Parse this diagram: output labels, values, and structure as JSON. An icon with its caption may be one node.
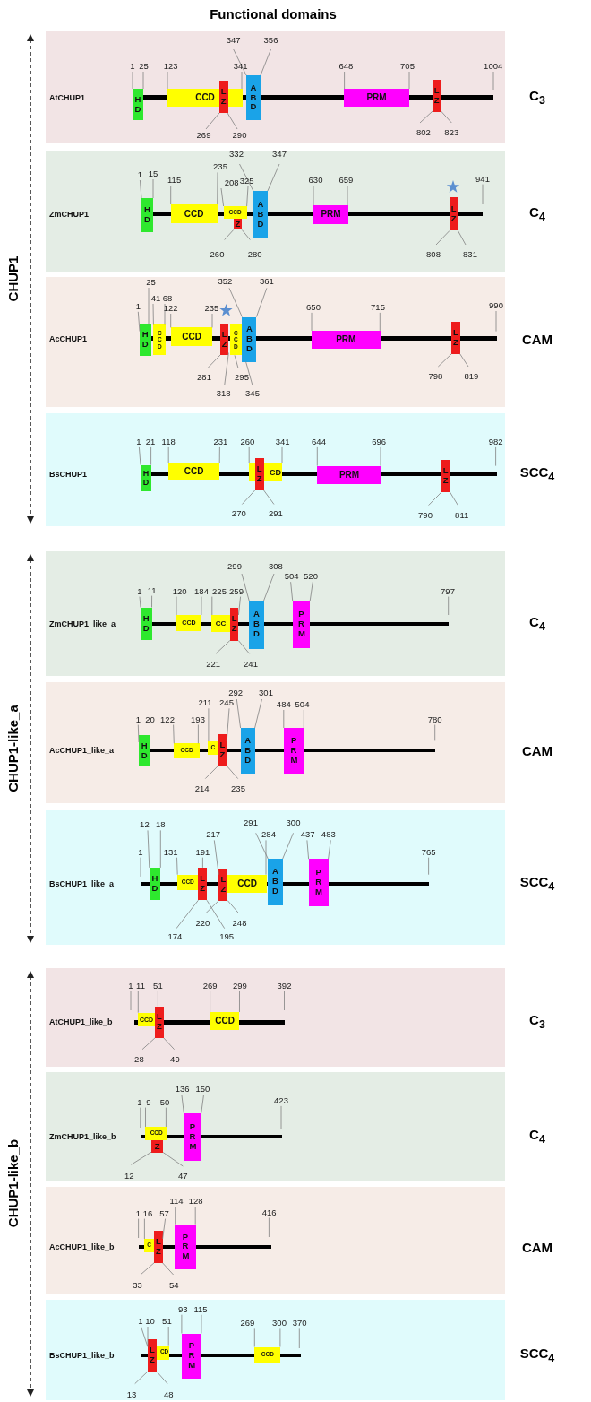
{
  "diagram": {
    "title": "Functional domains",
    "nodes": [
      {
        "text": [
          "AtCHUP1"
        ],
        "beside": [
          "C$_{3}$"
        ]
      },
      {
        "text": [
          "HD"
        ],
        "in": 0
      },
      {
        "text": [
          "CCD"
        ],
        "in": 0
      },
      {
        "text": [
          "LZ"
        ],
        "in": 0
      },
      {
        "text": [
          "ABD"
        ],
        "in": 0
      },
      {
        "text": [
          "PRM"
        ],
        "in": 0
      },
      {
        "text": [
          "LZ"
        ],
        "in": 0
      },
      {
        "text": [
          "ZmCHUP1"
        ],
        "beside": [
          "C$_{4}$"
        ]
      },
      {
        "text": [
          "HD"
        ],
        "in": 7
      },
      {
        "text": [
          "CCD"
        ],
        "in": 7
      },
      {
        "text": [
          "CCD"
        ],
        "in": 7
      },
      {
        "text": [
          "Z"
        ],
        "in": 7
      },
      {
        "text": [
          "ABD"
        ],
        "in": 7
      },
      {
        "text": [
          "PRM"
        ],
        "in": 7
      },
      {
        "text": [
          "LZ"
        ],
        "in": 7
      },
      {
        "text": [
          "AcCHUP1"
        ],
        "beside": [
          "CAM"
        ]
      },
      {
        "text": [
          "HD"
        ],
        "in": 15
      },
      {
        "text": [
          "CCD"
        ],
        "in": 15
      },
      {
        "text": [
          "CCD"
        ],
        "in": 15
      },
      {
        "text": [
          "LZ"
        ],
        "in": 15
      },
      {
        "text": [
          "CCD"
        ],
        "in": 15
      },
      {
        "text": [
          "ABD"
        ],
        "in": 15
      },
      {
        "text": [
          "PRM"
        ],
        "in": 15
      },
      {
        "text": [
          "LZ"
        ],
        "in": 15
      },
      {
        "text": [
          "BsCHUP1"
        ],
        "beside": [
          "SCC$_{4}$"
        ]
      },
      {
        "text": [
          "HD"
        ],
        "in": 24
      },
      {
        "text": [
          "CCD"
        ],
        "in": 24
      },
      {
        "text": [
          "CD"
        ],
        "in": 24
      },
      {
        "text": [
          "LZ"
        ],
        "in": 24
      },
      {
        "text": [
          "PRM"
        ],
        "in": 24
      },
      {
        "text": [
          "LZ"
        ],
        "in": 24
      },
      {
        "text": [
          "ZmCHUP1_like_a"
        ],
        "beside": [
          "C$_{4}$"
        ]
      },
      {
        "text": [
          "HD"
        ],
        "in": 31
      },
      {
        "text": [
          "CCD"
        ],
        "in": 31
      },
      {
        "text": [
          "CC"
        ],
        "in": 31
      },
      {
        "text": [
          "LZ"
        ],
        "in": 31
      },
      {
        "text": [
          "ABD"
        ],
        "in": 31
      },
      {
        "text": [
          "PRM"
        ],
        "in": 31
      },
      {
        "text": [
          "AcCHUP1_like_a"
        ],
        "beside": [
          "CAM"
        ]
      },
      {
        "text": [
          "HD"
        ],
        "in": 38
      },
      {
        "text": [
          "CCD"
        ],
        "in": 38
      },
      {
        "text": [
          "C"
        ],
        "in": 38
      },
      {
        "text": [
          "LZ"
        ],
        "in": 38
      },
      {
        "text": [
          "ABD"
        ],
        "in": 38
      },
      {
        "text": [
          "PRM"
        ],
        "in": 38
      },
      {
        "text": [
          "BsCHUP1_like_a"
        ],
        "beside": [
          "SCC$_{4}$"
        ]
      },
      {
        "text": [
          "HD"
        ],
        "in": 45
      },
      {
        "text": [
          "CCD"
        ],
        "in": 45
      },
      {
        "text": [
          "LZ"
        ],
        "in": 45
      },
      {
        "text": [
          "CCD"
        ],
        "in": 45
      },
      {
        "text": [
          "LZ"
        ],
        "in": 45
      },
      {
        "text": [
          "ABD"
        ],
        "in": 45
      },
      {
        "text": [
          "PRM"
        ],
        "in": 45
      },
      {
        "text": [
          "AtCHUP1_like_b"
        ],
        "beside": [
          "C$_{3}$"
        ]
      },
      {
        "text": [
          "CCD"
        ],
        "in": 53
      },
      {
        "text": [
          "LZ"
        ],
        "in": 53
      },
      {
        "text": [
          "CCD"
        ],
        "in": 53
      },
      {
        "text": [
          "ZmCHUP1_like_b"
        ],
        "beside": [
          "C$_{4}$"
        ]
      },
      {
        "text": [
          "CCD"
        ],
        "in": 57
      },
      {
        "text": [
          "Z"
        ],
        "in": 57
      },
      {
        "text": [
          "PRM"
        ],
        "in": 57
      },
      {
        "text": [
          "AcCHUP1_like_b"
        ],
        "beside": [
          "CAM"
        ]
      },
      {
        "text": [
          "C"
        ],
        "in": 61
      },
      {
        "text": [
          "LZ"
        ],
        "in": 61
      },
      {
        "text": [
          "PRM"
        ],
        "in": 61
      },
      {
        "text": [
          "BsCHUP1_like_b"
        ],
        "beside": [
          "SCC$_{4}$"
        ]
      },
      {
        "text": [
          "LZ"
        ],
        "in": 65
      },
      {
        "text": [
          "CD"
        ],
        "in": 65
      },
      {
        "text": [
          "PRM"
        ],
        "in": 65
      },
      {
        "text": [
          "CCD"
        ],
        "in": 65
      },
      {
        "text": [
          "1"
        ],
        "in": 0
      },
      {
        "text": [
          "25"
        ],
        "in": 0
      },
      {
        "text": [
          "123"
        ],
        "in": 0
      },
      {
        "text": [
          "341"
        ],
        "in": 0
      },
      {
        "text": [
          "269"
        ],
        "in": 0
      },
      {
        "text": [
          "290"
        ],
        "in": 0
      },
      {
        "text": [
          "347"
        ],
        "in": 0
      },
      {
        "text": [
          "356"
        ],
        "in": 0
      },
      {
        "text": [
          "648"
        ],
        "in": 0
      },
      {
        "text": [
          "705"
        ],
        "in": 0
      },
      {
        "text": [
          "802"
        ],
        "in": 0
      },
      {
        "text": [
          "823"
        ],
        "in": 0
      },
      {
        "text": [
          "1004"
        ],
        "in": 0
      },
      {
        "text": [
          "1"
        ],
        "in": 7
      },
      {
        "text": [
          "15"
        ],
        "in": 7
      },
      {
        "text": [
          "115"
        ],
        "in": 7
      },
      {
        "text": [
          "235"
        ],
        "in": 7
      },
      {
        "text": [
          "208"
        ],
        "in": 7
      },
      {
        "text": [
          "325"
        ],
        "in": 7
      },
      {
        "text": [
          "260"
        ],
        "in": 7
      },
      {
        "text": [
          "280"
        ],
        "in": 7
      },
      {
        "text": [
          "332"
        ],
        "in": 7
      },
      {
        "text": [
          "347"
        ],
        "in": 7
      },
      {
        "text": [
          "630"
        ],
        "in": 7
      },
      {
        "text": [
          "659"
        ],
        "in": 7
      },
      {
        "text": [
          "808"
        ],
        "in": 7
      },
      {
        "text": [
          "831"
        ],
        "in": 7
      },
      {
        "text": [
          "941"
        ],
        "in": 7
      },
      {
        "text": [
          "1"
        ],
        "in": 15
      },
      {
        "text": [
          "25"
        ],
        "in": 15
      },
      {
        "text": [
          "41"
        ],
        "in": 15
      },
      {
        "text": [
          "68"
        ],
        "in": 15
      },
      {
        "text": [
          "122"
        ],
        "in": 15
      },
      {
        "text": [
          "235"
        ],
        "in": 15
      },
      {
        "text": [
          "281"
        ],
        "in": 15
      },
      {
        "text": [
          "318"
        ],
        "in": 15
      },
      {
        "text": [
          "295"
        ],
        "in": 15
      },
      {
        "text": [
          "352"
        ],
        "in": 15
      },
      {
        "text": [
          "361"
        ],
        "in": 15
      },
      {
        "text": [
          "345"
        ],
        "in": 15
      },
      {
        "text": [
          "650"
        ],
        "in": 15
      },
      {
        "text": [
          "715"
        ],
        "in": 15
      },
      {
        "text": [
          "798"
        ],
        "in": 15
      },
      {
        "text": [
          "819"
        ],
        "in": 15
      },
      {
        "text": [
          "990"
        ],
        "in": 15
      },
      {
        "text": [
          "1"
        ],
        "in": 24
      },
      {
        "text": [
          "21"
        ],
        "in": 24
      },
      {
        "text": [
          "118"
        ],
        "in": 24
      },
      {
        "text": [
          "231"
        ],
        "in": 24
      },
      {
        "text": [
          "260"
        ],
        "in": 24
      },
      {
        "text": [
          "341"
        ],
        "in": 24
      },
      {
        "text": [
          "270"
        ],
        "in": 24
      },
      {
        "text": [
          "291"
        ],
        "in": 24
      },
      {
        "text": [
          "644"
        ],
        "in": 24
      },
      {
        "text": [
          "696"
        ],
        "in": 24
      },
      {
        "text": [
          "790"
        ],
        "in": 24
      },
      {
        "text": [
          "811"
        ],
        "in": 24
      },
      {
        "text": [
          "982"
        ],
        "in": 24
      },
      {
        "text": [
          "1"
        ],
        "in": 31
      },
      {
        "text": [
          "11"
        ],
        "in": 31
      },
      {
        "text": [
          "120"
        ],
        "in": 31
      },
      {
        "text": [
          "184"
        ],
        "in": 31
      },
      {
        "text": [
          "225"
        ],
        "in": 31
      },
      {
        "text": [
          "259"
        ],
        "in": 31
      },
      {
        "text": [
          "221"
        ],
        "in": 31
      },
      {
        "text": [
          "241"
        ],
        "in": 31
      },
      {
        "text": [
          "299"
        ],
        "in": 31
      },
      {
        "text": [
          "308"
        ],
        "in": 31
      },
      {
        "text": [
          "504"
        ],
        "in": 31
      },
      {
        "text": [
          "520"
        ],
        "in": 31
      },
      {
        "text": [
          "797"
        ],
        "in": 31
      },
      {
        "text": [
          "1"
        ],
        "in": 38
      },
      {
        "text": [
          "20"
        ],
        "in": 38
      },
      {
        "text": [
          "122"
        ],
        "in": 38
      },
      {
        "text": [
          "193"
        ],
        "in": 38
      },
      {
        "text": [
          "211"
        ],
        "in": 38
      },
      {
        "text": [
          "245"
        ],
        "in": 38
      },
      {
        "text": [
          "214"
        ],
        "in": 38
      },
      {
        "text": [
          "235"
        ],
        "in": 38
      },
      {
        "text": [
          "292"
        ],
        "in": 38
      },
      {
        "text": [
          "301"
        ],
        "in": 38
      },
      {
        "text": [
          "484"
        ],
        "in": 38
      },
      {
        "text": [
          "504"
        ],
        "in": 38
      },
      {
        "text": [
          "780"
        ],
        "in": 38
      },
      {
        "text": [
          "1"
        ],
        "in": 45
      },
      {
        "text": [
          "12"
        ],
        "in": 45
      },
      {
        "text": [
          "18"
        ],
        "in": 45
      },
      {
        "text": [
          "131"
        ],
        "in": 45
      },
      {
        "text": [
          "191"
        ],
        "in": 45
      },
      {
        "text": [
          "174"
        ],
        "in": 45
      },
      {
        "text": [
          "195"
        ],
        "in": 45
      },
      {
        "text": [
          "217"
        ],
        "in": 45
      },
      {
        "text": [
          "284"
        ],
        "in": 45
      },
      {
        "text": [
          "220"
        ],
        "in": 45
      },
      {
        "text": [
          "248"
        ],
        "in": 45
      },
      {
        "text": [
          "291"
        ],
        "in": 45
      },
      {
        "text": [
          "300"
        ],
        "in": 45
      },
      {
        "text": [
          "437"
        ],
        "in": 45
      },
      {
        "text": [
          "483"
        ],
        "in": 45
      },
      {
        "text": [
          "765"
        ],
        "in": 45
      },
      {
        "text": [
          "1"
        ],
        "in": 53
      },
      {
        "text": [
          "11"
        ],
        "in": 53
      },
      {
        "text": [
          "51"
        ],
        "in": 53
      },
      {
        "text": [
          "28"
        ],
        "in": 53
      },
      {
        "text": [
          "49"
        ],
        "in": 53
      },
      {
        "text": [
          "269"
        ],
        "in": 53
      },
      {
        "text": [
          "299"
        ],
        "in": 53
      },
      {
        "text": [
          "392"
        ],
        "in": 53
      },
      {
        "text": [
          "1"
        ],
        "in": 57
      },
      {
        "text": [
          "9"
        ],
        "in": 57
      },
      {
        "text": [
          "50"
        ],
        "in": 57
      },
      {
        "text": [
          "12"
        ],
        "in": 57
      },
      {
        "text": [
          "47"
        ],
        "in": 57
      },
      {
        "text": [
          "136"
        ],
        "in": 57
      },
      {
        "text": [
          "150"
        ],
        "in": 57
      },
      {
        "text": [
          "423"
        ],
        "in": 57
      },
      {
        "text": [
          "1"
        ],
        "in": 61
      },
      {
        "text": [
          "16"
        ],
        "in": 61
      },
      {
        "text": [
          "57"
        ],
        "in": 61
      },
      {
        "text": [
          "33"
        ],
        "in": 61
      },
      {
        "text": [
          "54"
        ],
        "in": 61
      },
      {
        "text": [
          "114"
        ],
        "in": 61
      },
      {
        "text": [
          "128"
        ],
        "in": 61
      },
      {
        "text": [
          "416"
        ],
        "in": 61
      },
      {
        "text": [
          "1"
        ],
        "in": 65
      },
      {
        "text": [
          "10"
        ],
        "in": 65
      },
      {
        "text": [
          "13"
        ],
        "in": 65
      },
      {
        "text": [
          "48"
        ],
        "in": 65
      },
      {
        "text": [
          "51"
        ],
        "in": 65
      },
      {
        "text": [
          "93"
        ],
        "in": 65
      },
      {
        "text": [
          "115"
        ],
        "in": 65
      },
      {
        "text": [
          "269"
        ],
        "in": 65
      },
      {
        "text": [
          "300"
        ],
        "in": 65
      },
      {
        "text": [
          "370"
        ],
        "in": 65
      }
    ],
    "edges": [
      {
        "from": 70,
        "to": 1,
        "arrow": "none"
      },
      {
        "from": 71,
        "to": 1,
        "arrow": "none"
      },
      {
        "from": 72,
        "to": 2,
        "arrow": "none"
      },
      {
        "from": 73,
        "to": 2,
        "arrow": "none"
      },
      {
        "from": 74,
        "to": 3,
        "arrow": "none"
      },
      {
        "from": 75,
        "to": 3,
        "arrow": "none"
      },
      {
        "from": 76,
        "to": 4,
        "arrow": "none"
      },
      {
        "from": 77,
        "to": 4,
        "arrow": "none"
      },
      {
        "from": 78,
        "to": 5,
        "arrow": "none"
      },
      {
        "from": 79,
        "to": 5,
        "arrow": "none"
      },
      {
        "from": 80,
        "to": 6,
        "arrow": "none"
      },
      {
        "from": 81,
        "to": 6,
        "arrow": "none"
      },
      {
        "from": 82,
        "to": null,
        "arrow": "none"
      },
      {
        "from": 83,
        "to": 8,
        "arrow": "none"
      },
      {
        "from": 84,
        "to": 8,
        "arrow": "none"
      },
      {
        "from": 85,
        "to": 9,
        "arrow": "none"
      },
      {
        "from": 86,
        "to": 9,
        "arrow": "none"
      },
      {
        "from": 87,
        "to": 10,
        "arrow": "none"
      },
      {
        "from": 88,
        "to": 10,
        "arrow": "none"
      },
      {
        "from": 89,
        "to": 11,
        "arrow": "none"
      },
      {
        "from": 90,
        "to": 11,
        "arrow": "none"
      },
      {
        "from": 91,
        "to": 12,
        "arrow": "none"
      },
      {
        "from": 92,
        "to": 12,
        "arrow": "none"
      },
      {
        "from": 93,
        "to": 13,
        "arrow": "none"
      },
      {
        "from": 94,
        "to": 13,
        "arrow": "none"
      },
      {
        "from": 95,
        "to": 14,
        "arrow": "none"
      },
      {
        "from": 96,
        "to": 14,
        "arrow": "none"
      },
      {
        "from": 97,
        "to": null,
        "arrow": "none"
      },
      {
        "from": 98,
        "to": 16,
        "arrow": "none"
      },
      {
        "from": 99,
        "to": 16,
        "arrow": "none"
      },
      {
        "from": 100,
        "to": 17,
        "arrow": "none"
      },
      {
        "from": 101,
        "to": 17,
        "arrow": "none"
      },
      {
        "from": 102,
        "to": 18,
        "arrow": "none"
      },
      {
        "from": 103,
        "to": 18,
        "arrow": "none"
      },
      {
        "from": 104,
        "to": 19,
        "arrow": "none"
      },
      {
        "from": 105,
        "to": 19,
        "arrow": "none"
      },
      {
        "from": 106,
        "to": 20,
        "arrow": "none"
      },
      {
        "from": 107,
        "to": 21,
        "arrow": "none"
      },
      {
        "from": 108,
        "to": 21,
        "arrow": "none"
      },
      {
        "from": 109,
        "to": 21,
        "arrow": "none"
      },
      {
        "from": 110,
        "to": 22,
        "arrow": "none"
      },
      {
        "from": 111,
        "to": 22,
        "arrow": "none"
      },
      {
        "from": 112,
        "to": 23,
        "arrow": "none"
      },
      {
        "from": 113,
        "to": 23,
        "arrow": "none"
      },
      {
        "from": 114,
        "to": null,
        "arrow": "none"
      },
      {
        "from": 115,
        "to": 25,
        "arrow": "none"
      },
      {
        "from": 116,
        "to": 25,
        "arrow": "none"
      },
      {
        "from": 117,
        "to": 26,
        "arrow": "none"
      },
      {
        "from": 118,
        "to": 26,
        "arrow": "none"
      },
      {
        "from": 119,
        "to": 27,
        "arrow": "none"
      },
      {
        "from": 120,
        "to": 27,
        "arrow": "none"
      },
      {
        "from": 121,
        "to": 28,
        "arrow": "none"
      },
      {
        "from": 122,
        "to": 28,
        "arrow": "none"
      },
      {
        "from": 123,
        "to": 29,
        "arrow": "none"
      },
      {
        "from": 124,
        "to": 29,
        "arrow": "none"
      },
      {
        "from": 125,
        "to": 30,
        "arrow": "none"
      },
      {
        "from": 126,
        "to": 30,
        "arrow": "none"
      },
      {
        "from": 127,
        "to": null,
        "arrow": "none"
      },
      {
        "from": 128,
        "to": 32,
        "arrow": "none"
      },
      {
        "from": 129,
        "to": 32,
        "arrow": "none"
      },
      {
        "from": 130,
        "to": 33,
        "arrow": "none"
      },
      {
        "from": 131,
        "to": 33,
        "arrow": "none"
      },
      {
        "from": 132,
        "to": 34,
        "arrow": "none"
      },
      {
        "from": 133,
        "to": 35,
        "arrow": "none"
      },
      {
        "from": 134,
        "to": 35,
        "arrow": "none"
      },
      {
        "from": 135,
        "to": 35,
        "arrow": "none"
      },
      {
        "from": 136,
        "to": 36,
        "arrow": "none"
      },
      {
        "from": 137,
        "to": 36,
        "arrow": "none"
      },
      {
        "from": 138,
        "to": 37,
        "arrow": "none"
      },
      {
        "from": 139,
        "to": 37,
        "arrow": "none"
      },
      {
        "from": 140,
        "to": null,
        "arrow": "none"
      },
      {
        "from": 141,
        "to": 39,
        "arrow": "none"
      },
      {
        "from": 142,
        "to": 39,
        "arrow": "none"
      },
      {
        "from": 143,
        "to": 40,
        "arrow": "none"
      },
      {
        "from": 144,
        "to": 40,
        "arrow": "none"
      },
      {
        "from": 145,
        "to": 41,
        "arrow": "none"
      },
      {
        "from": 146,
        "to": 42,
        "arrow": "none"
      },
      {
        "from": 147,
        "to": 42,
        "arrow": "none"
      },
      {
        "from": 148,
        "to": 42,
        "arrow": "none"
      },
      {
        "from": 149,
        "to": 43,
        "arrow": "none"
      },
      {
        "from": 150,
        "to": 43,
        "arrow": "none"
      },
      {
        "from": 151,
        "to": 44,
        "arrow": "none"
      },
      {
        "from": 152,
        "to": 44,
        "arrow": "none"
      },
      {
        "from": 153,
        "to": null,
        "arrow": "none"
      },
      {
        "from": 154,
        "to": null,
        "arrow": "none"
      },
      {
        "from": 155,
        "to": 46,
        "arrow": "none"
      },
      {
        "from": 156,
        "to": 46,
        "arrow": "none"
      },
      {
        "from": 157,
        "to": 47,
        "arrow": "none"
      },
      {
        "from": 158,
        "to": 48,
        "arrow": "none"
      },
      {
        "from": 159,
        "to": 48,
        "arrow": "none"
      },
      {
        "from": 160,
        "to": 48,
        "arrow": "none"
      },
      {
        "from": 161,
        "to": 50,
        "arrow": "none"
      },
      {
        "from": 162,
        "to": 49,
        "arrow": "none"
      },
      {
        "from": 163,
        "to": 50,
        "arrow": "none"
      },
      {
        "from": 164,
        "to": 50,
        "arrow": "none"
      },
      {
        "from": 165,
        "to": 51,
        "arrow": "none"
      },
      {
        "from": 166,
        "to": 51,
        "arrow": "none"
      },
      {
        "from": 167,
        "to": 52,
        "arrow": "none"
      },
      {
        "from": 168,
        "to": 52,
        "arrow": "none"
      },
      {
        "from": 169,
        "to": null,
        "arrow": "none"
      },
      {
        "from": 170,
        "to": null,
        "arrow": "none"
      },
      {
        "from": 171,
        "to": 54,
        "arrow": "none"
      },
      {
        "from": 172,
        "to": 55,
        "arrow": "none"
      },
      {
        "from": 173,
        "to": 55,
        "arrow": "none"
      },
      {
        "from": 174,
        "to": 55,
        "arrow": "none"
      },
      {
        "from": 175,
        "to": 56,
        "arrow": "none"
      },
      {
        "from": 176,
        "to": 56,
        "arrow": "none"
      },
      {
        "from": 177,
        "to": null,
        "arrow": "none"
      },
      {
        "from": 178,
        "to": null,
        "arrow": "none"
      },
      {
        "from": 179,
        "to": 58,
        "arrow": "none"
      },
      {
        "from": 180,
        "to": 58,
        "arrow": "none"
      },
      {
        "from": 181,
        "to": 59,
        "arrow": "none"
      },
      {
        "from": 182,
        "to": 59,
        "arrow": "none"
      },
      {
        "from": 183,
        "to": 60,
        "arrow": "none"
      },
      {
        "from": 184,
        "to": 60,
        "arrow": "none"
      },
      {
        "from": 185,
        "to": null,
        "arrow": "none"
      },
      {
        "from": 186,
        "to": null,
        "arrow": "none"
      },
      {
        "from": 187,
        "to": 62,
        "arrow": "none"
      },
      {
        "from": 188,
        "to": 63,
        "arrow": "none"
      },
      {
        "from": 189,
        "to": 63,
        "arrow": "none"
      },
      {
        "from": 190,
        "to": 63,
        "arrow": "none"
      },
      {
        "from": 191,
        "to": 64,
        "arrow": "none"
      },
      {
        "from": 192,
        "to": 64,
        "arrow": "none"
      },
      {
        "from": 193,
        "to": null,
        "arrow": "none"
      },
      {
        "from": 194,
        "to": 66,
        "arrow": "none"
      },
      {
        "from": 195,
        "to": 66,
        "arrow": "none"
      },
      {
        "from": 196,
        "to": 66,
        "arrow": "none"
      },
      {
        "from": 197,
        "to": 66,
        "arrow": "none"
      },
      {
        "from": 198,
        "to": 67,
        "arrow": "none"
      },
      {
        "from": 199,
        "to": 68,
        "arrow": "none"
      },
      {
        "from": 200,
        "to": 68,
        "arrow": "none"
      },
      {
        "from": 201,
        "to": 69,
        "arrow": "none"
      },
      {
        "from": 202,
        "to": 69,
        "arrow": "none"
      },
      {
        "from": 203,
        "to": null,
        "arrow": "none"
      }
    ],
    "labels": [
      "CHUP1",
      "CHUP1-like_a",
      "CHUP1-like_b"
    ]
  }
}
